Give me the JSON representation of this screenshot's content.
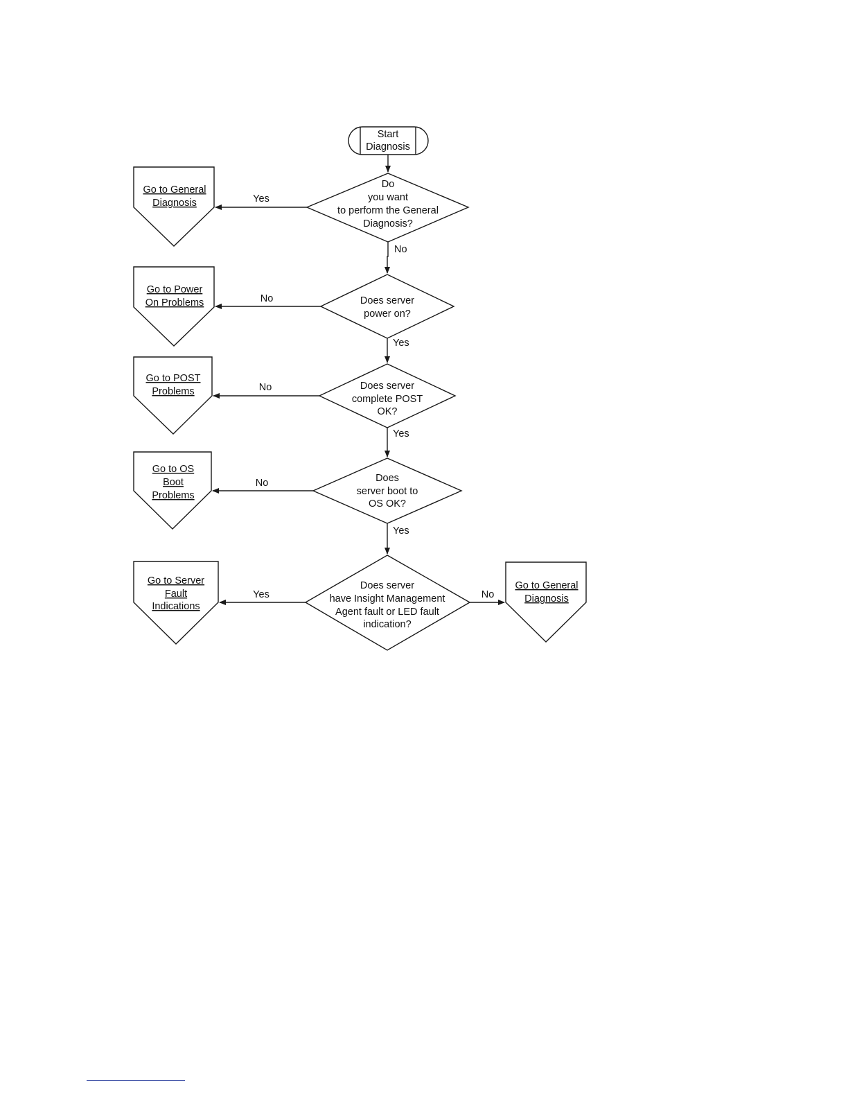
{
  "start": {
    "lines": [
      "Start",
      "Diagnosis"
    ]
  },
  "decisions": {
    "general": [
      "Do",
      "you want",
      "to perform the General",
      "Diagnosis?"
    ],
    "power": [
      "Does server",
      "power on?"
    ],
    "post": [
      "Does server",
      "complete POST",
      "OK?"
    ],
    "os_boot": [
      "Does",
      "server boot to",
      "OS OK?"
    ],
    "fault": [
      "Does server",
      "have Insight Management",
      "Agent fault or LED fault",
      "indication?"
    ]
  },
  "offpage": {
    "general_left": [
      "Go to General",
      "Diagnosis"
    ],
    "power": [
      "Go to Power",
      "On Problems"
    ],
    "post": [
      "Go to POST",
      "Problems"
    ],
    "os_boot": [
      "Go to OS",
      "Boot",
      "Problems"
    ],
    "server_fault": [
      "Go to Server",
      "Fault",
      "Indications"
    ],
    "general_right": [
      "Go to General",
      "Diagnosis"
    ]
  },
  "edge_labels": {
    "general_yes": "Yes",
    "general_no": "No",
    "power_no": "No",
    "power_yes": "Yes",
    "post_no": "No",
    "post_yes": "Yes",
    "os_no": "No",
    "os_yes": "Yes",
    "fault_yes": "Yes",
    "fault_no": "No"
  }
}
